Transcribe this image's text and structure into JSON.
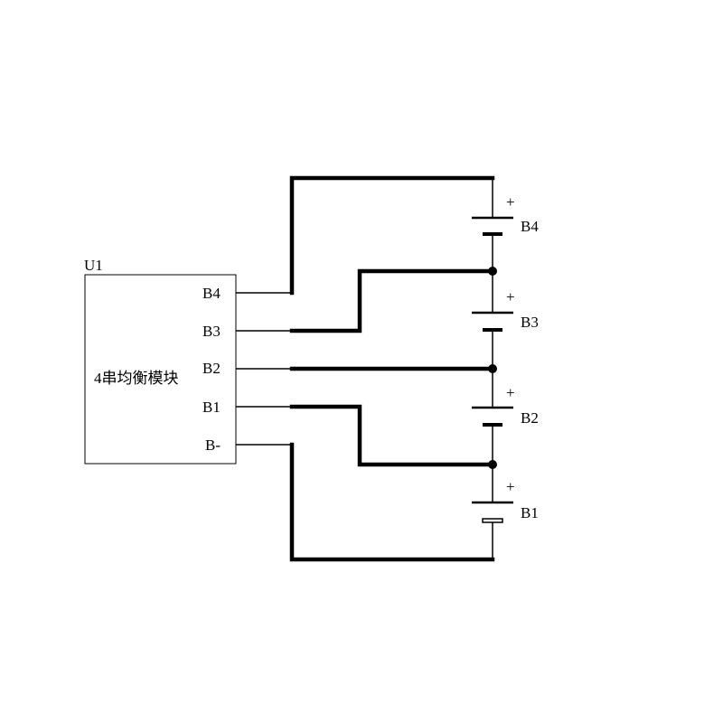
{
  "module": {
    "ref": "U1",
    "title": "4串均衡模块",
    "pins": [
      "B4",
      "B3",
      "B2",
      "B1",
      "B-"
    ]
  },
  "batteries": [
    {
      "label": "B4",
      "polarity": "+"
    },
    {
      "label": "B3",
      "polarity": "+"
    },
    {
      "label": "B2",
      "polarity": "+"
    },
    {
      "label": "B1",
      "polarity": "+"
    }
  ],
  "colors": {
    "line": "#000000",
    "background": "#ffffff"
  }
}
